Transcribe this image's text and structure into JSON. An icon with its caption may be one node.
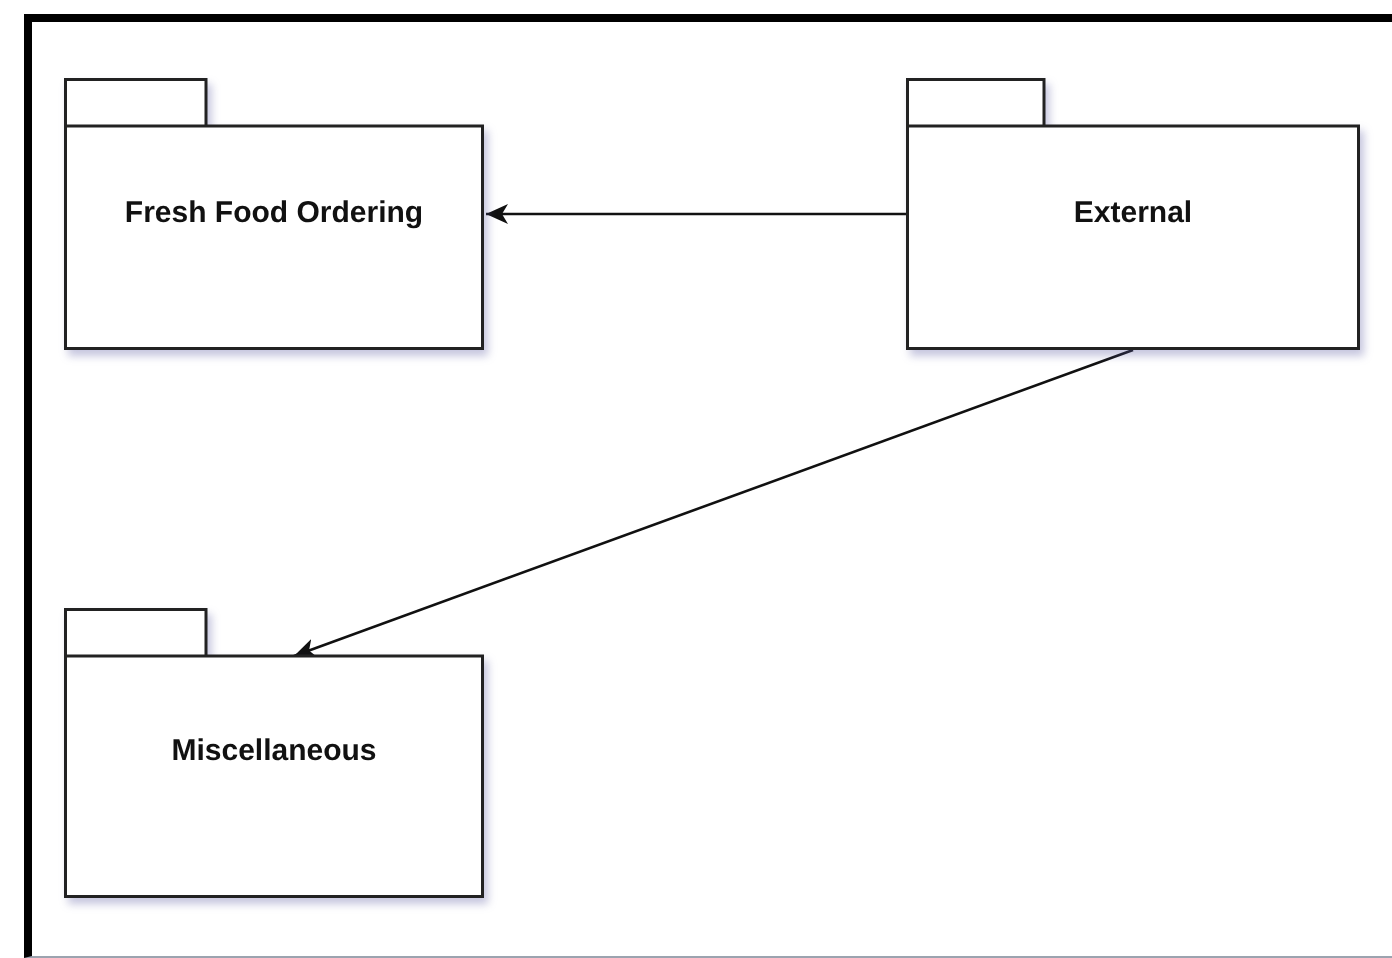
{
  "diagram": {
    "nodes": [
      {
        "text": [
          "Fresh Food Ordering"
        ]
      },
      {
        "text": [
          "External"
        ]
      },
      {
        "text": [
          "Miscellaneous"
        ]
      }
    ],
    "edges": [
      {
        "from": 1,
        "to": 0,
        "arrow": "to"
      },
      {
        "from": 1,
        "to": 2,
        "arrow": "to"
      }
    ]
  }
}
